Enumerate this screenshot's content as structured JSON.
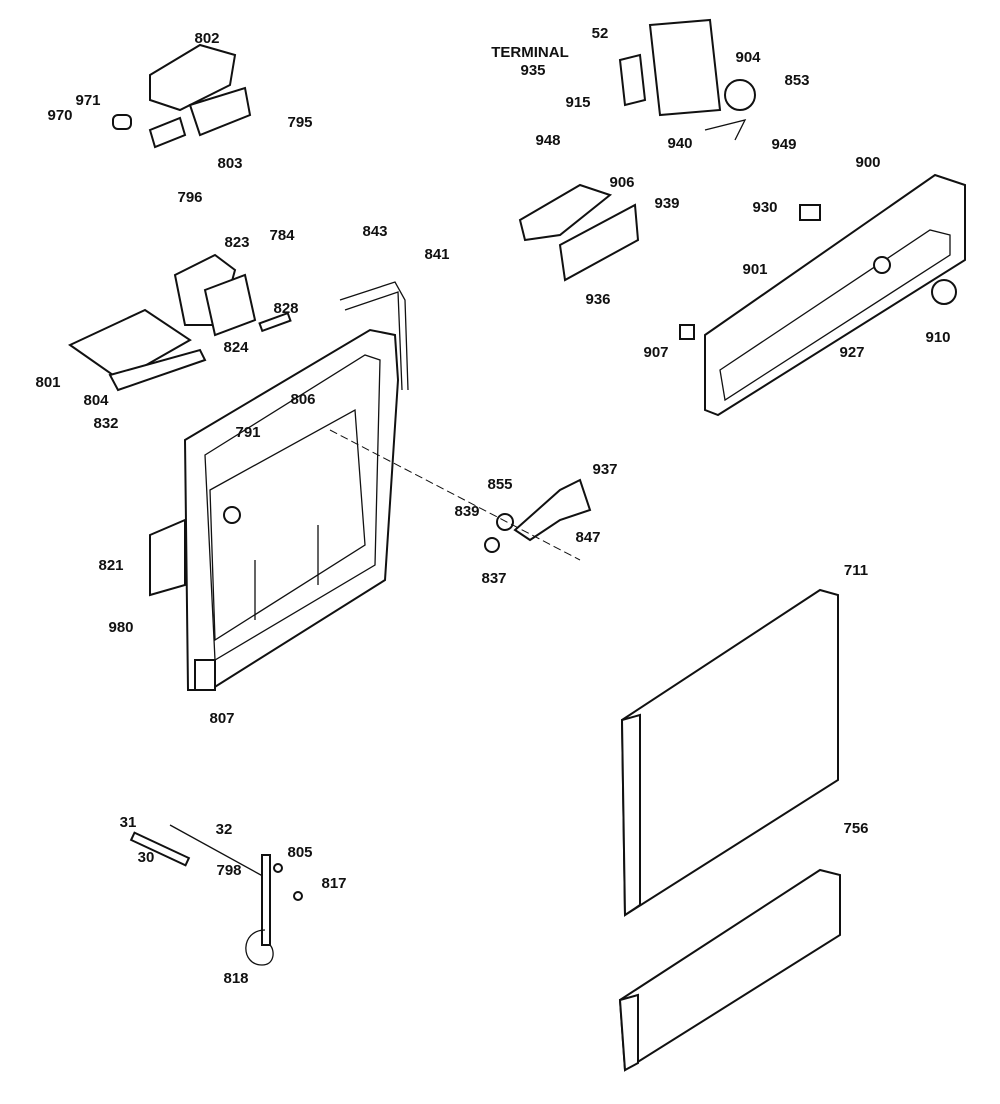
{
  "diagram": {
    "labels": [
      "802",
      "971",
      "970",
      "795",
      "803",
      "796",
      "52",
      "TERMINAL",
      "935",
      "904",
      "915",
      "853",
      "940",
      "949",
      "948",
      "906",
      "939",
      "900",
      "930",
      "936",
      "901",
      "907",
      "910",
      "927",
      "823",
      "784",
      "843",
      "841",
      "828",
      "824",
      "801",
      "804",
      "806",
      "832",
      "791",
      "855",
      "937",
      "839",
      "847",
      "837",
      "821",
      "980",
      "807",
      "711",
      "31",
      "32",
      "805",
      "30",
      "798",
      "817",
      "818",
      "756"
    ]
  }
}
